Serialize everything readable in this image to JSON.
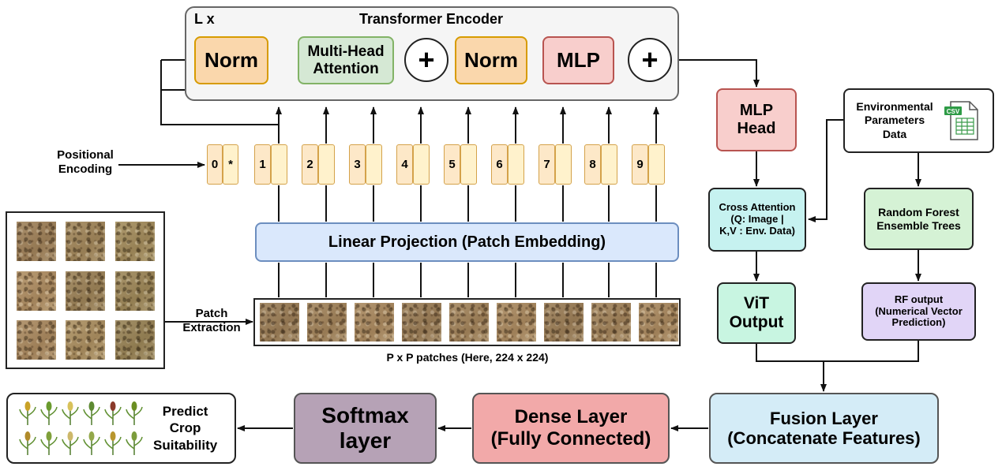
{
  "encoder": {
    "repeat_label": "L x",
    "title": "Transformer Encoder",
    "norm1": "Norm",
    "attention": [
      "Multi-Head",
      "Attention"
    ],
    "plus": "+",
    "norm2": "Norm",
    "mlp": "MLP"
  },
  "positional_encoding": [
    "Positional",
    "Encoding"
  ],
  "tokens": [
    "0",
    "*",
    "1",
    "2",
    "3",
    "4",
    "5",
    "6",
    "7",
    "8",
    "9"
  ],
  "linear_projection": "Linear Projection (Patch Embedding)",
  "patch_extraction": [
    "Patch",
    "Extraction"
  ],
  "patches_caption": "P x P patches (Here, 224 x 224)",
  "mlp_head": [
    "MLP",
    "Head"
  ],
  "env_data": {
    "label": [
      "Environmental",
      "Parameters",
      "Data"
    ],
    "file_tag": "CSV",
    "icon": "csv-file-icon"
  },
  "cross_attention": [
    "Cross Attention",
    "(Q: Image |",
    "K,V : Env. Data)"
  ],
  "random_forest": [
    "Random Forest",
    "Ensemble Trees"
  ],
  "vit_output": [
    "ViT",
    "Output"
  ],
  "rf_output": [
    "RF output",
    "(Numerical Vector",
    "Prediction)"
  ],
  "fusion": [
    "Fusion Layer",
    "(Concatenate Features)"
  ],
  "dense": [
    "Dense Layer",
    "(Fully Connected)"
  ],
  "softmax": [
    "Softmax",
    "layer"
  ],
  "predict": [
    "Predict",
    "Crop",
    "Suitability"
  ],
  "colors": {
    "norm_fill": "#fad7ac",
    "norm_border": "#d79b00",
    "attn_fill": "#d5e8d4",
    "attn_border": "#82b366",
    "mlp_fill": "#f8cecc",
    "mlp_border": "#b85450",
    "proj_fill": "#dae8fc",
    "proj_border": "#6c8ebf",
    "cross_fill": "#c6f2f0",
    "rf_fill": "#d5f2d5",
    "vit_fill": "#c8f5e1",
    "rfout_fill": "#e1d5f7",
    "fusion_fill": "#d4ecf7",
    "dense_fill": "#f2a9a9",
    "softmax_fill": "#b6a2b6"
  }
}
